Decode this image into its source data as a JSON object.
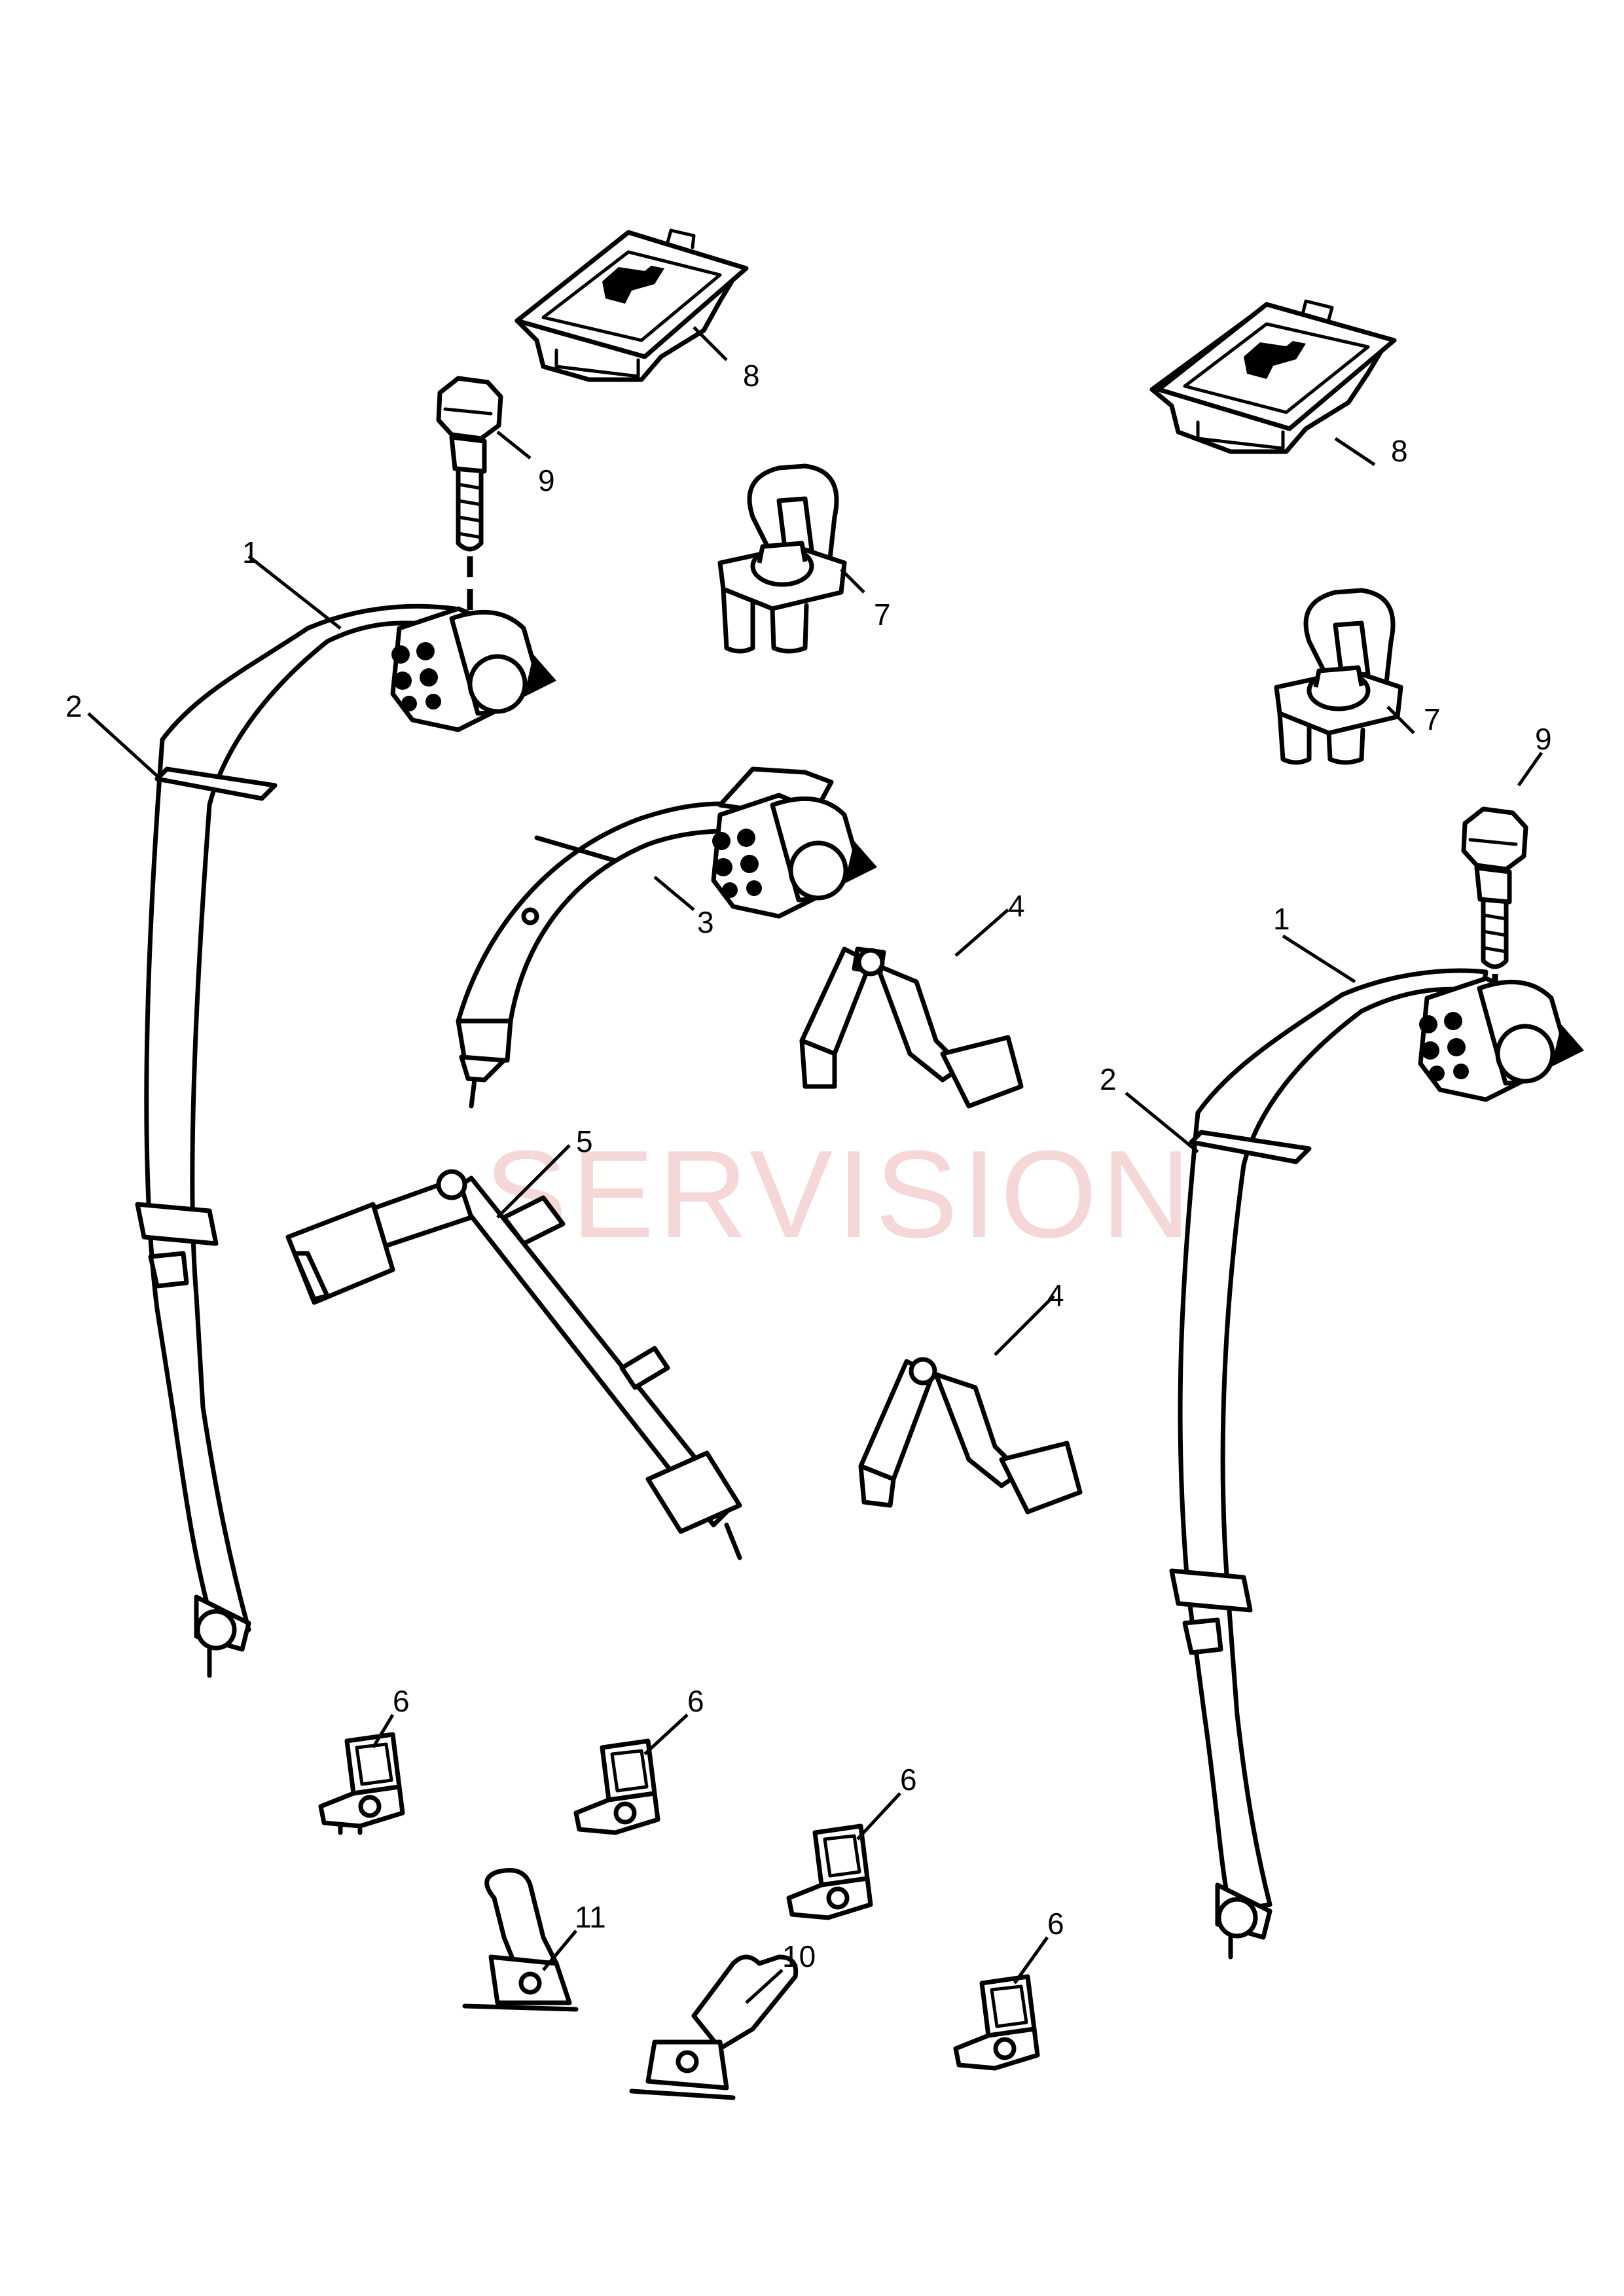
{
  "watermark": "SERVISION",
  "callouts": {
    "c1a": "1",
    "c1b": "1",
    "c2a": "2",
    "c2b": "2",
    "c3": "3",
    "c4a": "4",
    "c4b": "4",
    "c5": "5",
    "c6a": "6",
    "c6b": "6",
    "c6c": "6",
    "c6d": "6",
    "c7a": "7",
    "c7b": "7",
    "c8a": "8",
    "c8b": "8",
    "c9a": "9",
    "c9b": "9",
    "c10": "10",
    "c11": "11"
  }
}
